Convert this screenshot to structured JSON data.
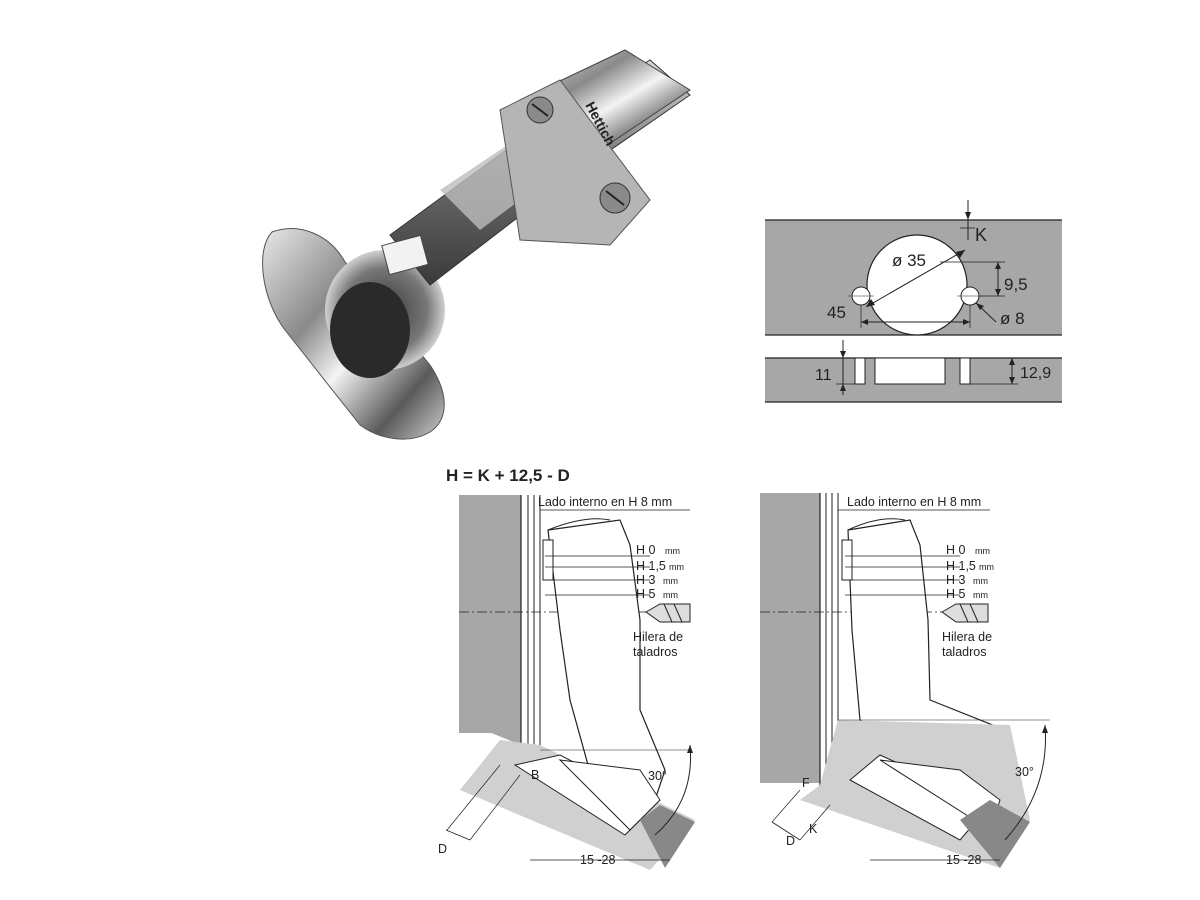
{
  "product": {
    "brand": "Hettich"
  },
  "drilling_plan": {
    "top_view": {
      "k_label": "K",
      "cup_diameter": "ø 35",
      "offset_label": "9,5",
      "distance_label": "45",
      "screw_diameter": "ø 8"
    },
    "section_view": {
      "left_label": "11",
      "right_label": "12,9"
    }
  },
  "formula": "H = K + 12,5 - D",
  "diagrams": [
    {
      "header": "Lado interno en H 8 mm",
      "levels": [
        "H 0",
        "H 1,5",
        "H 3",
        "H 5"
      ],
      "unit": "mm",
      "drill_row_line1": "Hilera de",
      "drill_row_line2": "taladros",
      "angle": "30°",
      "range": "15 -28",
      "labels": [
        "B",
        "D"
      ]
    },
    {
      "header": "Lado interno en H 8 mm",
      "levels": [
        "H 0",
        "H 1,5",
        "H 3",
        "H 5"
      ],
      "unit": "mm",
      "drill_row_line1": "Hilera de",
      "drill_row_line2": "taladros",
      "angle": "30°",
      "range": "15 -28",
      "labels": [
        "F",
        "D",
        "K"
      ]
    }
  ],
  "colors": {
    "panel": "#a7a7a7",
    "line": "#222222",
    "light_gray": "#d0d0d0"
  }
}
